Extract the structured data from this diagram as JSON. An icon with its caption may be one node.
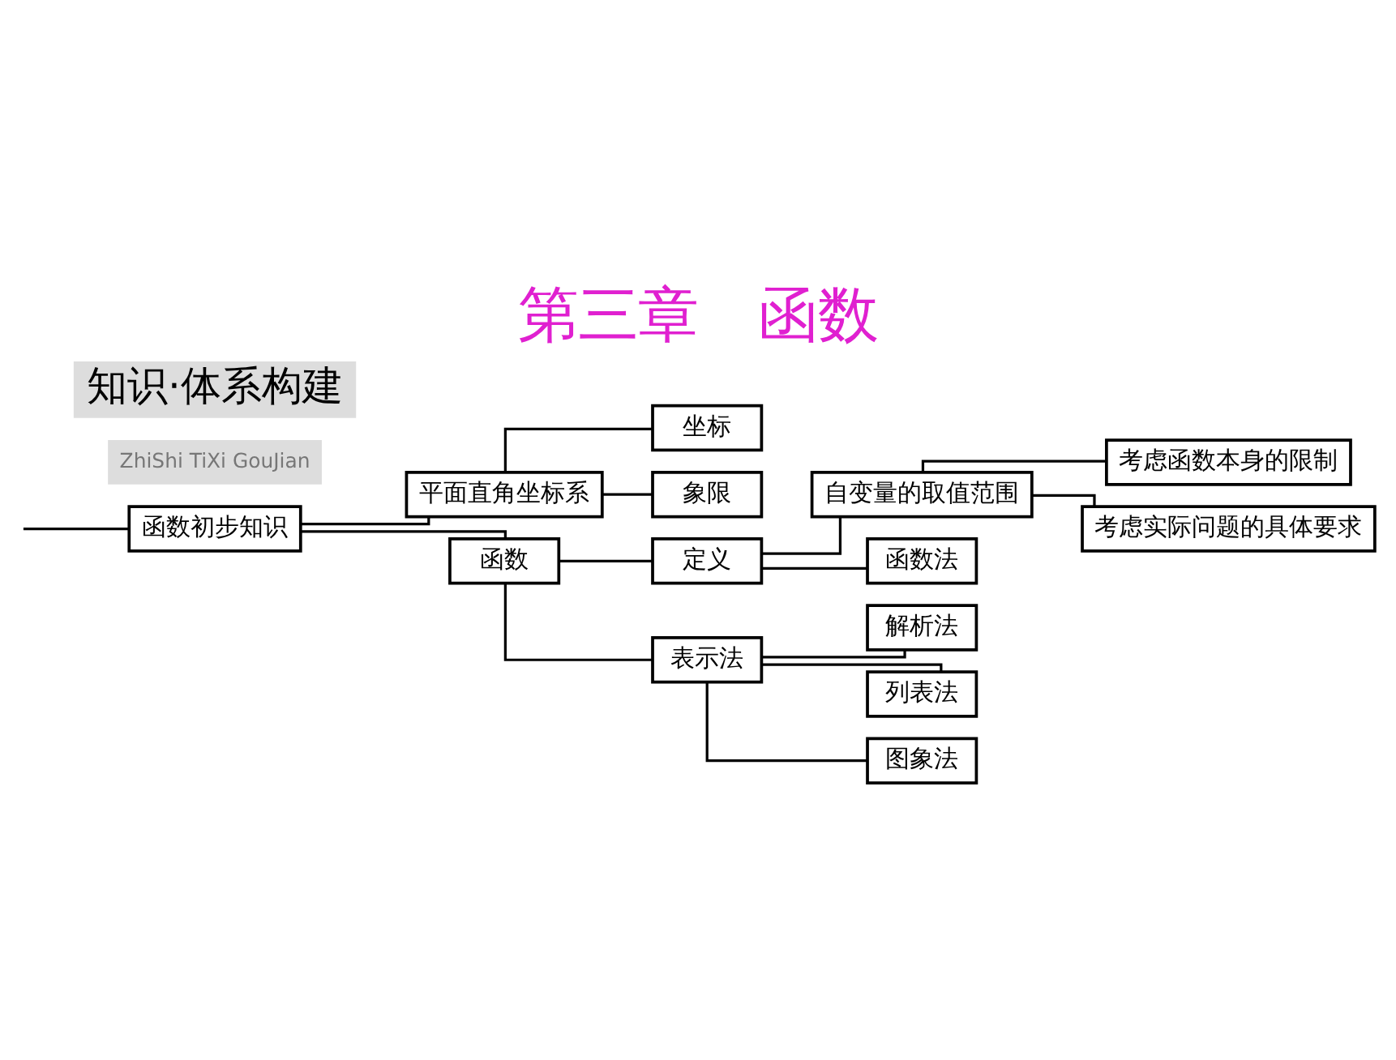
{
  "diagram": {
    "title": "第三章　函数",
    "nodes": [
      {
        "text": [
          "函数初步知识"
        ]
      },
      {
        "text": [
          "平面直角坐标系"
        ]
      },
      {
        "text": [
          "坐标"
        ]
      },
      {
        "text": [
          "象限"
        ]
      },
      {
        "text": [
          "函数"
        ]
      },
      {
        "text": [
          "定义"
        ]
      },
      {
        "text": [
          "自变量的取值范围"
        ]
      },
      {
        "text": [
          "考虑函数本身的限制"
        ]
      },
      {
        "text": [
          "考虑实际问题的具体要求"
        ]
      },
      {
        "text": [
          "函数法"
        ]
      },
      {
        "text": [
          "表示法"
        ]
      },
      {
        "text": [
          "解析法"
        ]
      },
      {
        "text": [
          "列表法"
        ]
      },
      {
        "text": [
          "图象法"
        ]
      }
    ],
    "edges": [
      {
        "from": null,
        "to": 0,
        "arrow": "none"
      },
      {
        "from": 0,
        "to": 1,
        "arrow": "none"
      },
      {
        "from": 0,
        "to": 4,
        "arrow": "none"
      },
      {
        "from": 1,
        "to": 2,
        "arrow": "none"
      },
      {
        "from": 1,
        "to": 3,
        "arrow": "none"
      },
      {
        "from": 4,
        "to": 5,
        "arrow": "none"
      },
      {
        "from": 4,
        "to": 10,
        "arrow": "none"
      },
      {
        "from": 5,
        "to": 6,
        "arrow": "none"
      },
      {
        "from": 5,
        "to": 9,
        "arrow": "none"
      },
      {
        "from": 6,
        "to": 7,
        "arrow": "none"
      },
      {
        "from": 6,
        "to": 8,
        "arrow": "none"
      },
      {
        "from": 10,
        "to": 11,
        "arrow": "none"
      },
      {
        "from": 10,
        "to": 12,
        "arrow": "none"
      },
      {
        "from": 10,
        "to": 13,
        "arrow": "none"
      }
    ],
    "labels": [
      "知识·体系构建",
      "ZhiShi TiXi GouJian"
    ]
  }
}
